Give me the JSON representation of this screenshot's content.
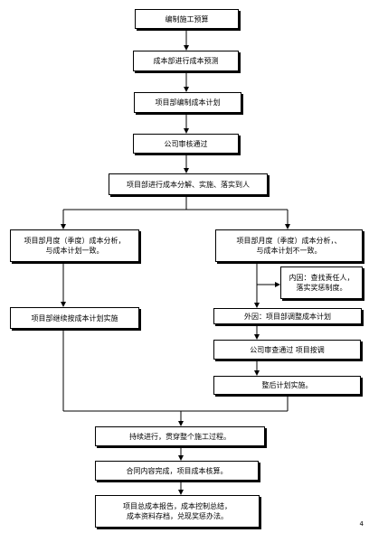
{
  "steps": {
    "s1": "编制施工预算",
    "s2": "成本部进行成本预测",
    "s3": "项目部编制成本计划",
    "s4": "公司审核通过",
    "s5": "项目部进行成本分解、实施、落实到人",
    "s6_left": "项目部月度（季度）成本分析，\n与成本计划一致。",
    "s6_right": "项目部月度（季度）成本分析，、\n与成本计划不一致。",
    "s7_left": "项目部继续按成本计划实施",
    "s7_inner": "内因：查找责任人，\n落实奖惩制度。",
    "s8": "外因：项目部调整成本计划",
    "s9": "公司审查通过  项目按调",
    "s10": "整后计划实施。",
    "s11": "持续进行，贯穿整个施工过程。",
    "s12": "合同内容完成，项目成本核算。",
    "s13": "项目总成本报告，成本控制总结，\n成本资料存档，兑现奖惩办法。"
  },
  "page_number": "4"
}
